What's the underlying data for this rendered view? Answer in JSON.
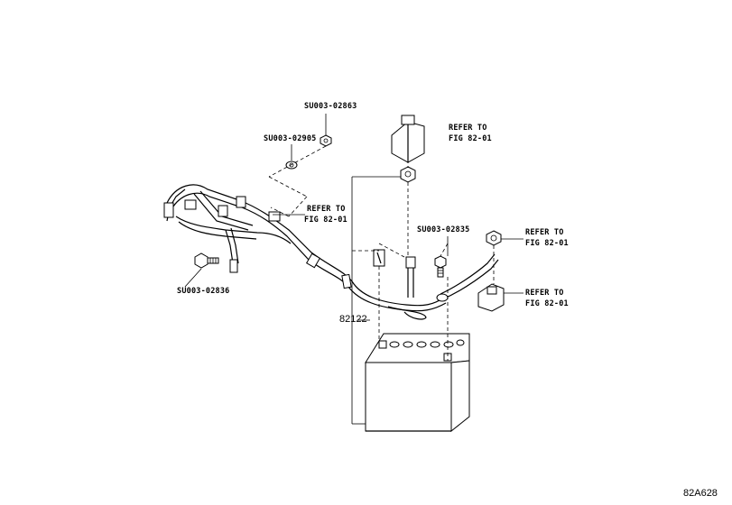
{
  "labels": {
    "su_02863": "SU003-02863",
    "su_02905": "SU003-02905",
    "su_02836": "SU003-02836",
    "su_02835": "SU003-02835",
    "refer_1_line1": "REFER TO",
    "refer_1_line2": "FIG 82-01",
    "refer_2_line1": "REFER TO",
    "refer_2_line2": "FIG 82-01",
    "refer_3_line1": "REFER TO",
    "refer_3_line2": "FIG 82-01",
    "refer_4_line1": "REFER TO",
    "refer_4_line2": "FIG 82-01",
    "part_82122": "82122",
    "figure_code": "82A628"
  }
}
